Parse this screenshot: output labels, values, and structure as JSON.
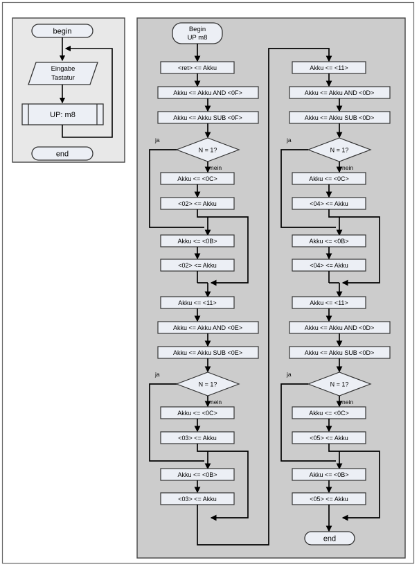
{
  "page": {
    "title": "Flowchart: Hauptprogramm und Unterprogramm UP m8",
    "colors": {
      "outer_border": "#555555",
      "left_panel_fill": "#e8e8e8",
      "right_panel_fill": "#cccccc",
      "panel_border": "#444444",
      "node_fill": "#eceff5",
      "node_stroke": "#333333",
      "connector": "#000000",
      "page_bg": "#ffffff"
    }
  },
  "main_program": {
    "panel_name": "main-program-panel",
    "nodes": {
      "begin": "begin",
      "input": "Eingabe\nTastatur",
      "input_line1": "Eingabe",
      "input_line2": "Tastatur",
      "subroutine_call": "UP: m8",
      "end": "end"
    }
  },
  "subroutine": {
    "panel_name": "subroutine-panel",
    "start": "Begin\nUP m8",
    "start_line1": "Begin",
    "start_line2": "UP m8",
    "end": "end",
    "branch_labels": {
      "yes": "ja",
      "no": "nein"
    },
    "left_column": [
      {
        "id": "l1",
        "type": "process",
        "text": "<ret> <= Akku"
      },
      {
        "id": "l2",
        "type": "process",
        "text": "Akku <= Akku AND <0F>"
      },
      {
        "id": "l3",
        "type": "process",
        "text": "Akku <= Akku SUB <0F>"
      },
      {
        "id": "l4",
        "type": "decision",
        "text": "N = 1?"
      },
      {
        "id": "l5",
        "type": "process",
        "text": "Akku <= <0C>"
      },
      {
        "id": "l6",
        "type": "process",
        "text": "<02> <= Akku"
      },
      {
        "id": "l7",
        "type": "process",
        "text": "Akku <= <0B>"
      },
      {
        "id": "l8",
        "type": "process",
        "text": "<02> <= Akku"
      },
      {
        "id": "l9",
        "type": "process",
        "text": "Akku <= <11>"
      },
      {
        "id": "l10",
        "type": "process",
        "text": "Akku <= Akku AND <0E>"
      },
      {
        "id": "l11",
        "type": "process",
        "text": "Akku <= Akku SUB <0E>"
      },
      {
        "id": "l12",
        "type": "decision",
        "text": "N = 1?"
      },
      {
        "id": "l13",
        "type": "process",
        "text": "Akku <= <0C>"
      },
      {
        "id": "l14",
        "type": "process",
        "text": "<03> <= Akku"
      },
      {
        "id": "l15",
        "type": "process",
        "text": "Akku <= <0B>"
      },
      {
        "id": "l16",
        "type": "process",
        "text": "<03> <= Akku"
      }
    ],
    "right_column": [
      {
        "id": "r1",
        "type": "process",
        "text": "Akku <= <11>"
      },
      {
        "id": "r2",
        "type": "process",
        "text": "Akku <= Akku AND <0D>"
      },
      {
        "id": "r3",
        "type": "process",
        "text": "Akku <= Akku SUB <0D>"
      },
      {
        "id": "r4",
        "type": "decision",
        "text": "N = 1?"
      },
      {
        "id": "r5",
        "type": "process",
        "text": "Akku <= <0C>"
      },
      {
        "id": "r6",
        "type": "process",
        "text": "<04> <= Akku"
      },
      {
        "id": "r7",
        "type": "process",
        "text": "Akku <= <0B>"
      },
      {
        "id": "r8",
        "type": "process",
        "text": "<04> <= Akku"
      },
      {
        "id": "r9",
        "type": "process",
        "text": "Akku <= <11>"
      },
      {
        "id": "r10",
        "type": "process",
        "text": "Akku <= Akku AND <0D>"
      },
      {
        "id": "r11",
        "type": "process",
        "text": "Akku <= Akku SUB <0D>"
      },
      {
        "id": "r12",
        "type": "decision",
        "text": "N = 1?"
      },
      {
        "id": "r13",
        "type": "process",
        "text": "Akku <= <0C>"
      },
      {
        "id": "r14",
        "type": "process",
        "text": "<05> <= Akku"
      },
      {
        "id": "r15",
        "type": "process",
        "text": "Akku <= <0B>"
      },
      {
        "id": "r16",
        "type": "process",
        "text": "<05> <= Akku"
      }
    ]
  }
}
